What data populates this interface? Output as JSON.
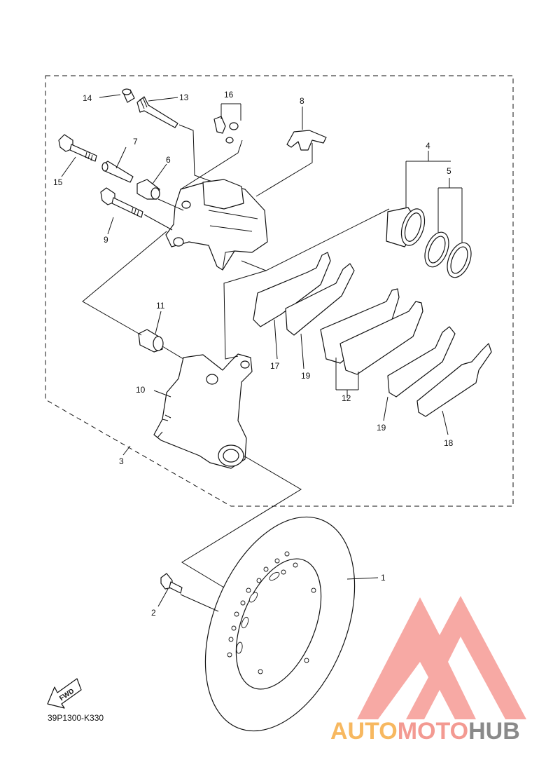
{
  "callouts": [
    "1",
    "2",
    "3",
    "4",
    "5",
    "6",
    "7",
    "8",
    "9",
    "10",
    "11",
    "12",
    "13",
    "14",
    "15",
    "16",
    "17",
    "18",
    "19",
    "19"
  ],
  "fwd_label": "FWD",
  "diagram_code": "39P1300-K330",
  "watermark": {
    "auto": "AUTO",
    "moto": "MOTO",
    "hub": "HUB",
    "colors": {
      "auto": "#f7b860",
      "moto": "#f39a92",
      "hub": "#8a8a8a",
      "mark": "#f6a09a"
    }
  }
}
